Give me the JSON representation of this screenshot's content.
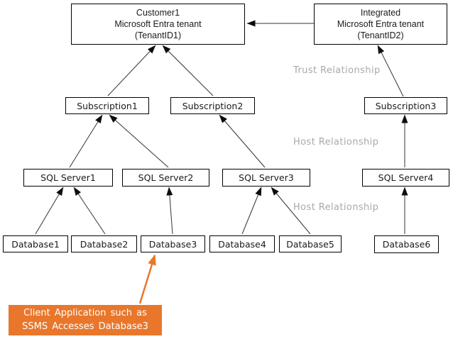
{
  "diagram": {
    "nodes": {
      "tenant1": {
        "lines": [
          "Customer1",
          "Microsoft Entra tenant",
          "(TenantID1)"
        ]
      },
      "tenant2": {
        "lines": [
          "Integrated",
          "Microsoft Entra tenant",
          "(TenantID2)"
        ]
      },
      "subscription1": {
        "label": "Subscription1"
      },
      "subscription2": {
        "label": "Subscription2"
      },
      "subscription3": {
        "label": "Subscription3"
      },
      "sqlserver1": {
        "label": "SQL Server1"
      },
      "sqlserver2": {
        "label": "SQL Server2"
      },
      "sqlserver3": {
        "label": "SQL Server3"
      },
      "sqlserver4": {
        "label": "SQL Server4"
      },
      "database1": {
        "label": "Database1"
      },
      "database2": {
        "label": "Database2"
      },
      "database3": {
        "label": "Database3"
      },
      "database4": {
        "label": "Database4"
      },
      "database5": {
        "label": "Database5"
      },
      "database6": {
        "label": "Database6"
      }
    },
    "edge_labels": {
      "trust": "Trust Relationship",
      "host_upper": "Host Relationship",
      "host_lower": "Host Relationship"
    },
    "callout": {
      "lines": [
        "Client Application such as",
        "SSMS Accesses Database3"
      ]
    },
    "colors": {
      "callout_orange": "#e8772c",
      "edge_label_gray": "#a9a9a9",
      "line_black": "#333333",
      "box_border": "#000000",
      "box_fill": "#ffffff"
    }
  }
}
